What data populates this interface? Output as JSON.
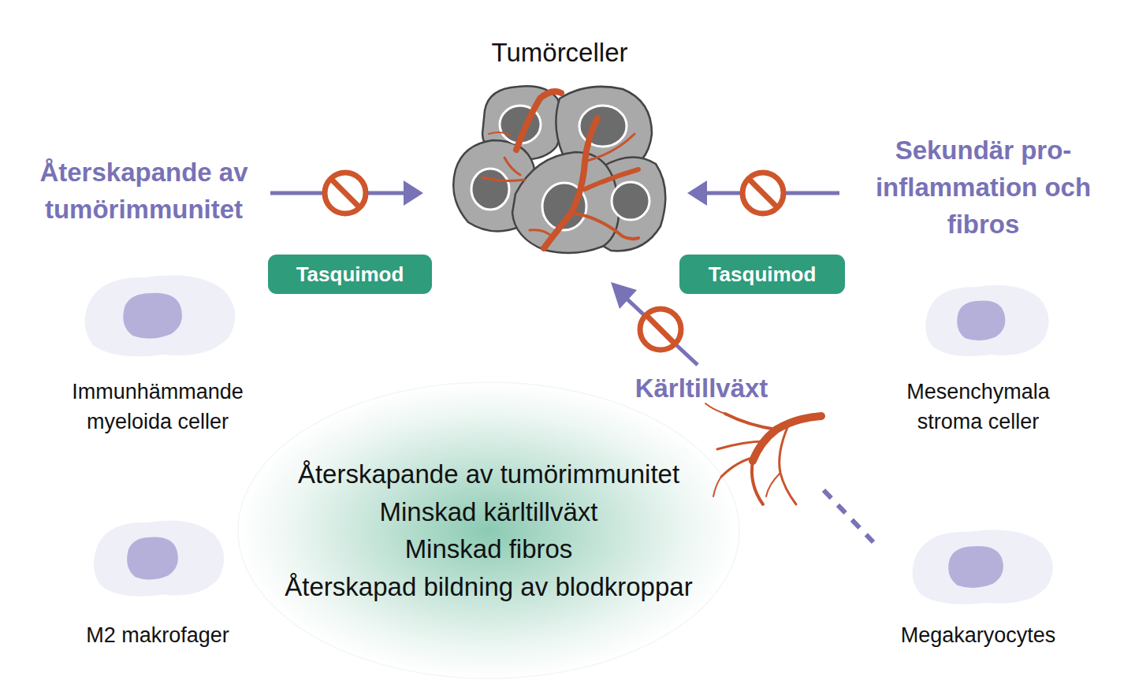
{
  "diagram": {
    "nodes": [
      {
        "text": [
          "Tumörceller"
        ]
      },
      {
        "text": [
          "Tasquimod"
        ]
      },
      {
        "text": [
          "Tasquimod"
        ]
      },
      {
        "text": [
          "Immunhämmande myeloida celler"
        ]
      },
      {
        "text": [
          "Mesenchymala stroma celler"
        ]
      },
      {
        "text": [
          "Återskapande av tumörimmunitet",
          "Minskad kärltillväxt",
          "Minskad fibros",
          "Återskapad bildning av blodkroppar"
        ]
      },
      {
        "text": [
          "M2 makrofager"
        ]
      },
      {
        "text": [
          "Megakaryocytes"
        ]
      }
    ],
    "labels": [
      "Återskapande av tumörimmunitet",
      "Sekundär pro- inflammation och fibros",
      "Kärltillväxt"
    ]
  }
}
